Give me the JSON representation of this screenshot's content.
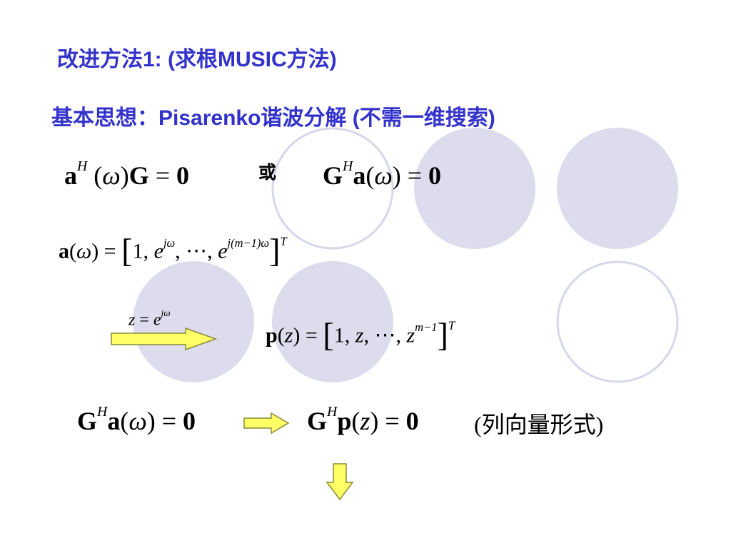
{
  "slide": {
    "title": "改进方法1: (求根MUSIC方法)",
    "subtitle": "基本思想：Pisarenko谐波分解   (不需一维搜索)",
    "or_label": "或",
    "column_vector_form": "(列向量形式)",
    "colors": {
      "heading": "#3333cc",
      "circle_fill": "#dcdcec",
      "circle_outline": "#d7d7ea",
      "arrow_fill": "#ffff66",
      "arrow_stroke": "#8a8a3a"
    },
    "icons": {
      "right_arrow": "arrow-right-icon",
      "hollow_arrow": "hollow-arrow-right-icon",
      "down_arrow": "arrow-down-icon"
    }
  },
  "equations": {
    "eq1": "aᴴ(ω)G = 0",
    "eq2": "Gᴴa(ω) = 0",
    "eq3": "a(ω) = [1, e^{jω}, ⋯, e^{j(m−1)ω}]^T",
    "substitution": "z = e^{jω}",
    "eq4": "p(z) = [1, z, ⋯, z^{m−1}]^T",
    "eq5": "Gᴴa(ω) = 0",
    "eq6": "Gᴴp(z) = 0"
  }
}
